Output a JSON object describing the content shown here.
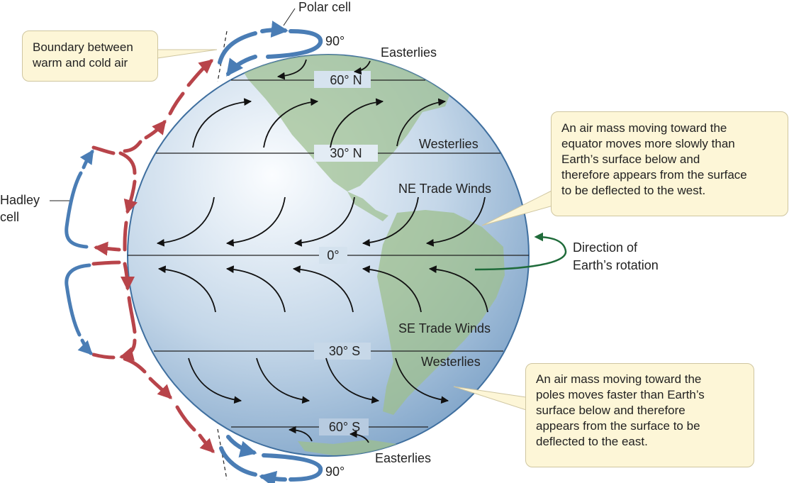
{
  "labels": {
    "polar_cell": "Polar cell",
    "ninety_top": "90°",
    "ninety_bottom": "90°",
    "easterlies_top": "Easterlies",
    "easterlies_bottom": "Easterlies",
    "lat_60n": "60° N",
    "lat_30n": "30° N",
    "lat_0": "0°",
    "lat_30s": "30° S",
    "lat_60s": "60° S",
    "westerlies_north": "Westerlies",
    "westerlies_south": "Westerlies",
    "ne_trade_winds": "NE Trade Winds",
    "se_trade_winds": "SE Trade Winds",
    "hadley_line1": "Hadley",
    "hadley_line2": "cell",
    "rotation_line1": "Direction of",
    "rotation_line2": "Earth’s rotation"
  },
  "callouts": {
    "boundary": [
      "Boundary between",
      "warm and cold air"
    ],
    "toward_equator": [
      "An air mass moving toward the",
      "equator moves more slowly than",
      "Earth’s surface below and",
      "therefore appears from the surface",
      "to be deflected to the west."
    ],
    "toward_poles": [
      "An air mass moving toward the",
      "poles moves faster than Earth’s",
      "surface below and therefore",
      "appears from the surface to be",
      "deflected to the east."
    ]
  },
  "colors": {
    "globe_edge": "#3f6f9f",
    "land": "#9dbf8e",
    "warm_air": "#b8444a",
    "cold_air": "#4a7db5",
    "rotation_arrow": "#1f6b3a",
    "wind_arrow": "#111111",
    "callout_fill": "#fdf6d7"
  }
}
